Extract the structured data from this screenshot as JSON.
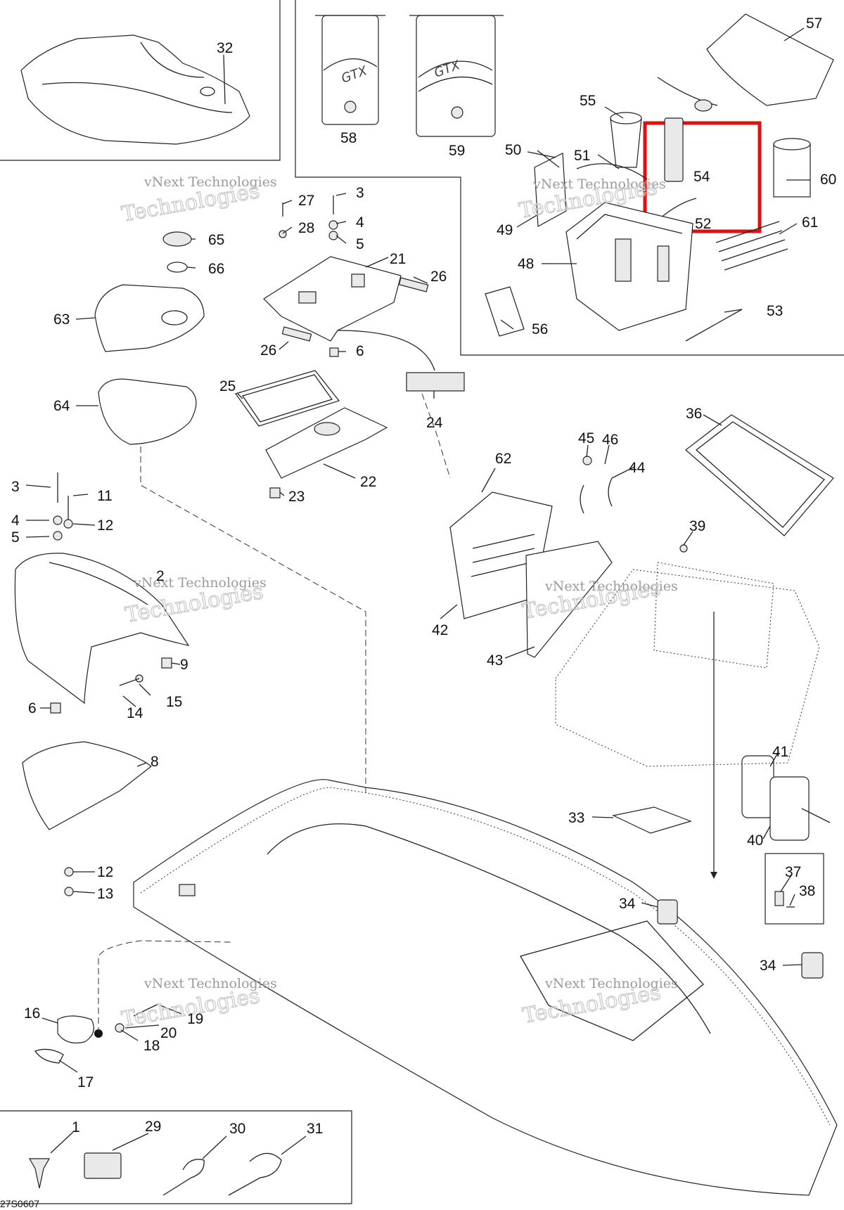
{
  "diagram": {
    "part_numbers": [
      "1",
      "2",
      "3",
      "4",
      "5",
      "6",
      "8",
      "9",
      "11",
      "12",
      "13",
      "14",
      "15",
      "16",
      "17",
      "18",
      "19",
      "20",
      "21",
      "22",
      "23",
      "24",
      "25",
      "26",
      "27",
      "28",
      "29",
      "30",
      "31",
      "32",
      "33",
      "34",
      "36",
      "37",
      "38",
      "39",
      "40",
      "41",
      "42",
      "43",
      "44",
      "45",
      "46",
      "48",
      "49",
      "50",
      "51",
      "52",
      "53",
      "54",
      "55",
      "56",
      "57",
      "58",
      "59",
      "60",
      "61",
      "62",
      "63",
      "64",
      "65",
      "66"
    ],
    "watermark_line": "vNext Technologies",
    "watermark_big": "Technologies",
    "decal_text": "GTX",
    "drawing_code": "27S0607",
    "highlight_color": "#e01010",
    "highlighted_parts": [
      "52",
      "54"
    ]
  }
}
